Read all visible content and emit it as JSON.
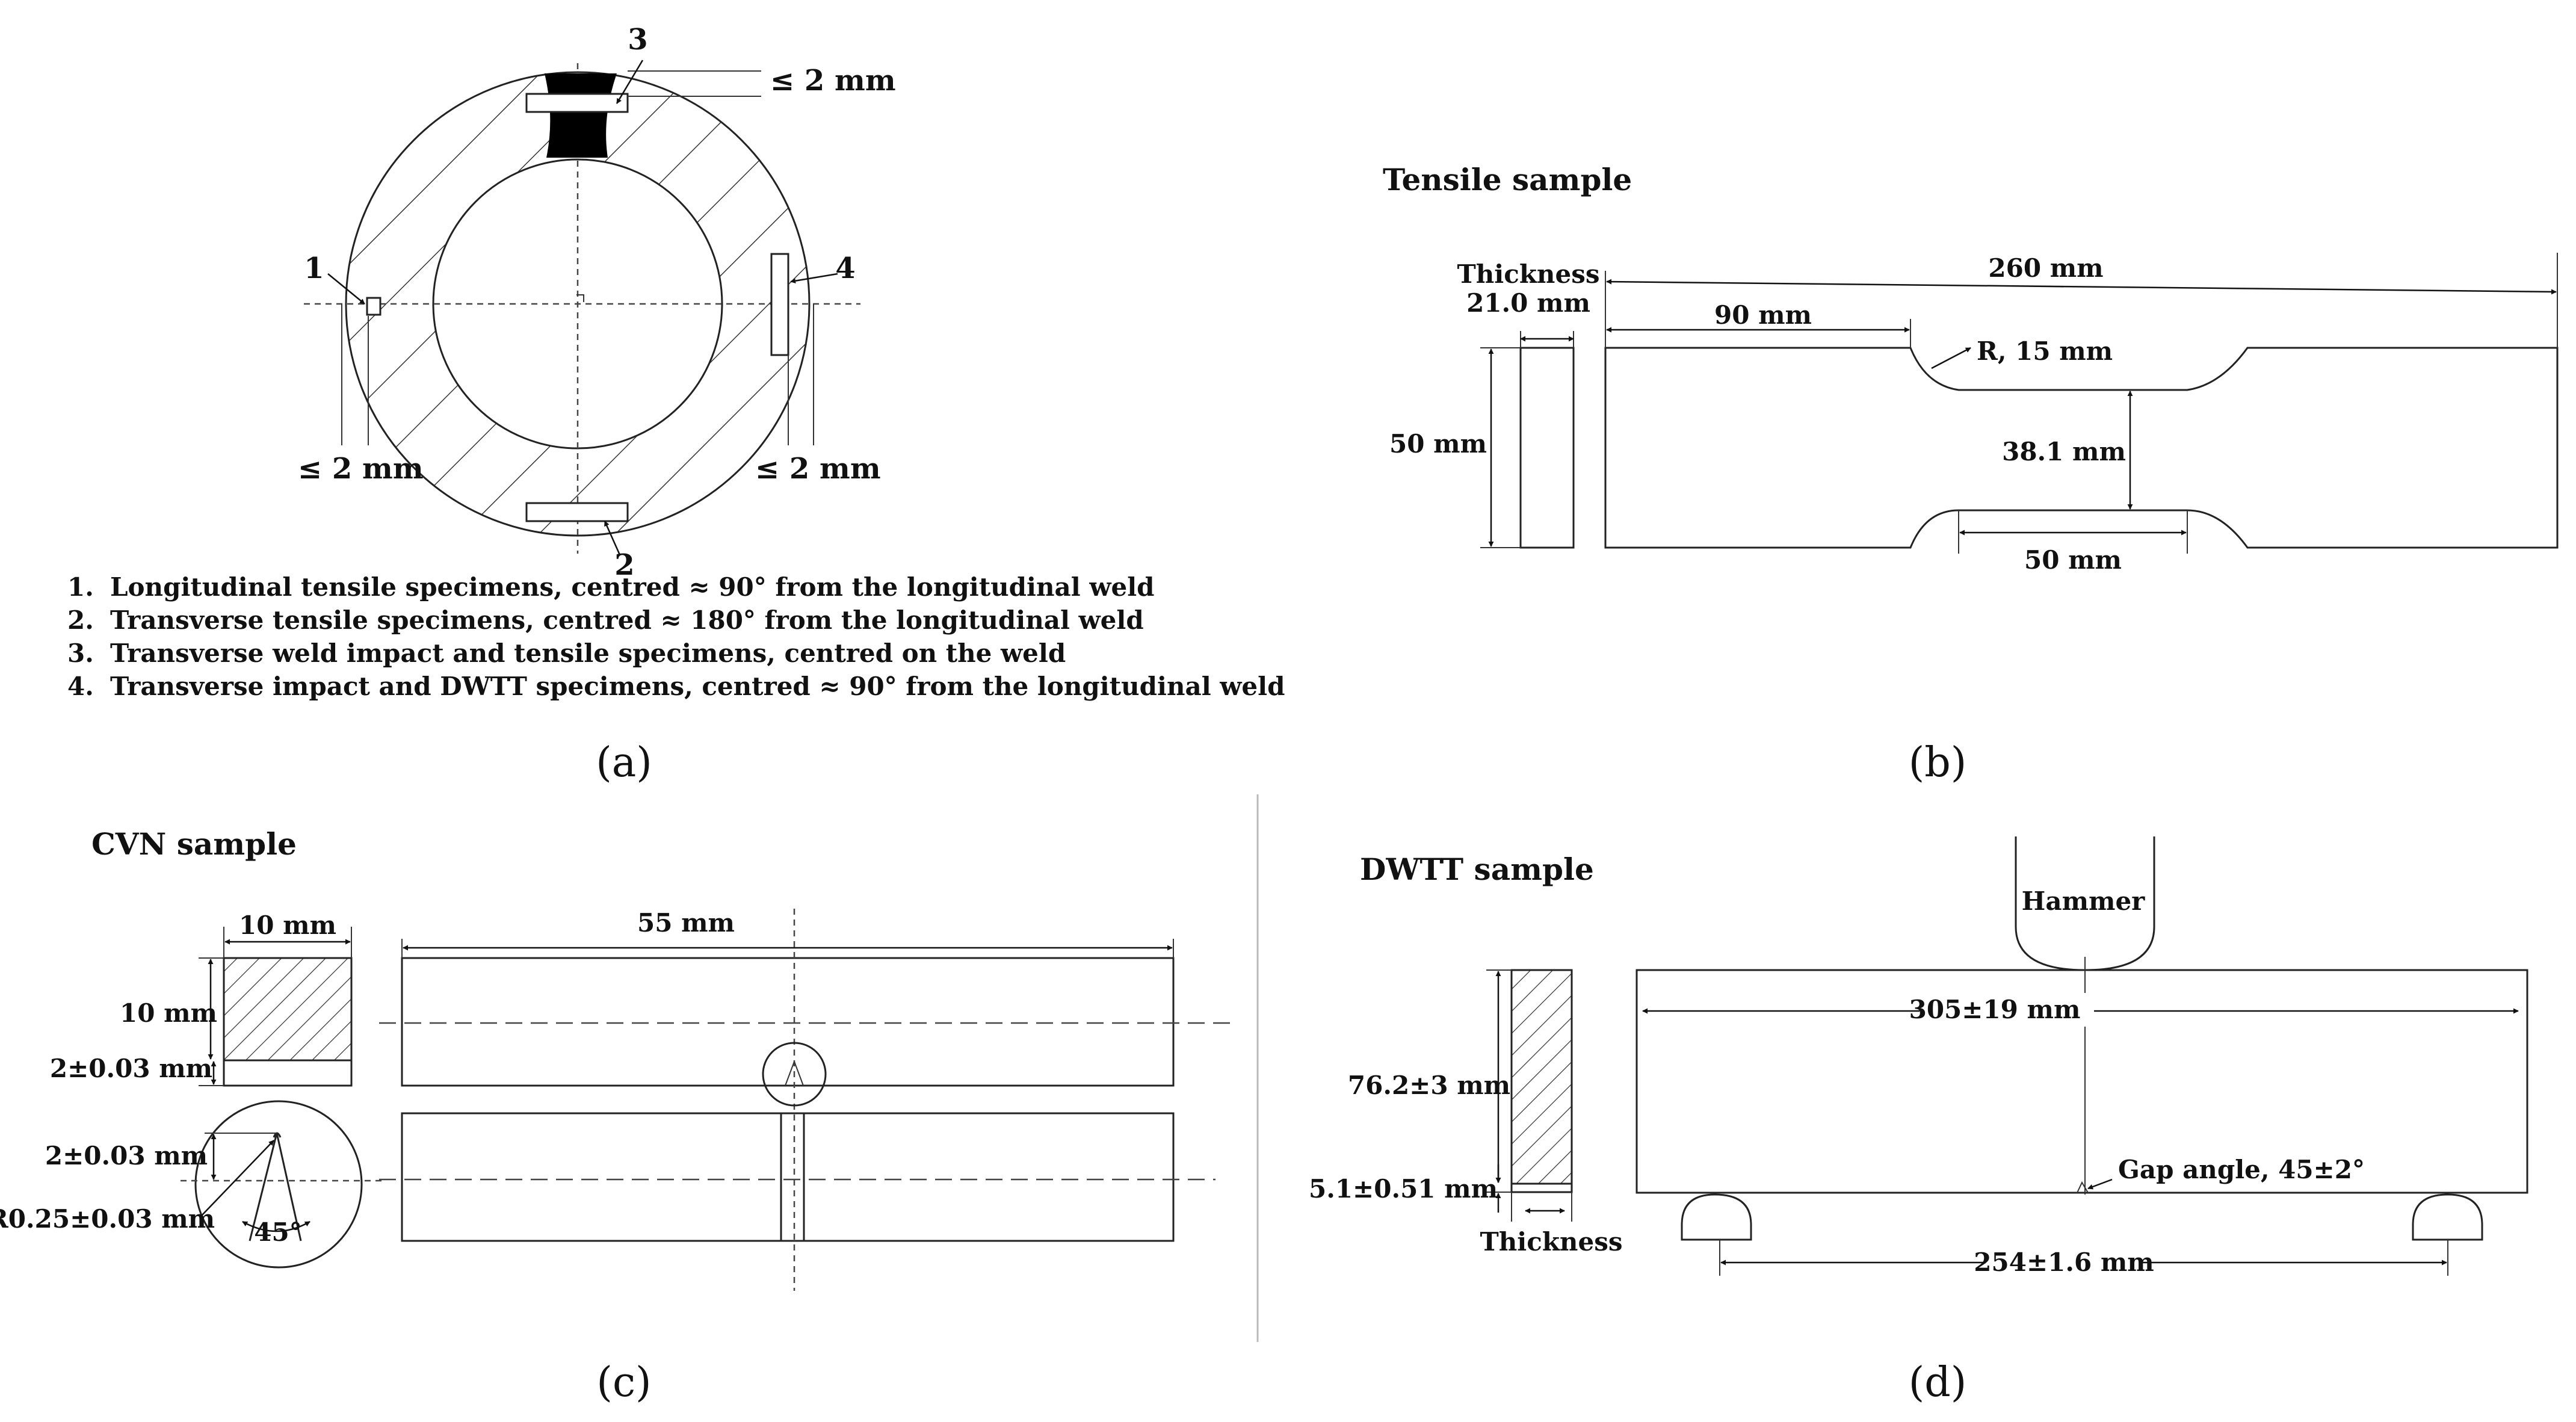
{
  "panel_a": {
    "callout_3": "3",
    "callout_1": "1",
    "callout_4": "4",
    "callout_2": "2",
    "top_dim": "≤ 2 mm",
    "left_dim": "≤ 2 mm",
    "right_dim": "≤ 2 mm",
    "legend": [
      {
        "num": "1.",
        "text": "Longitudinal tensile specimens, centred ≈ 90° from the longitudinal weld"
      },
      {
        "num": "2.",
        "text": "Transverse tensile specimens, centred ≈ 180° from the longitudinal weld"
      },
      {
        "num": "3.",
        "text": "Transverse weld impact and tensile specimens, centred on the weld"
      },
      {
        "num": "4.",
        "text": "Transverse impact and DWTT specimens, centred ≈ 90° from the longitudinal weld"
      }
    ],
    "caption": "(a)"
  },
  "panel_b": {
    "title": "Tensile sample",
    "thickness_label": "Thickness",
    "thickness_value": "21.0 mm",
    "width_label": "50 mm",
    "total_length": "260 mm",
    "grip_length": "90 mm",
    "radius": "R, 15 mm",
    "gauge_width": "38.1 mm",
    "gauge_length": "50 mm",
    "caption": "(b)"
  },
  "panel_c": {
    "title": "CVN sample",
    "width": "10 mm",
    "height": "10 mm",
    "notch_depth": "2±0.03 mm",
    "length": "55 mm",
    "detail_depth": "2±0.03 mm",
    "notch_radius": "R0.25±0.03 mm",
    "notch_angle": "45°",
    "caption": "(c)"
  },
  "panel_d": {
    "title": "DWTT sample",
    "hammer": "Hammer",
    "height": "76.2±3 mm",
    "notch_depth": "5.1±0.51 mm",
    "thickness_label": "Thickness",
    "length": "305±19 mm",
    "gap_angle": "Gap angle, 45±2°",
    "span": "254±1.6 mm",
    "caption": "(d)"
  },
  "colors": {
    "ink": "#111111",
    "weld": "#000000",
    "background": "#ffffff"
  }
}
